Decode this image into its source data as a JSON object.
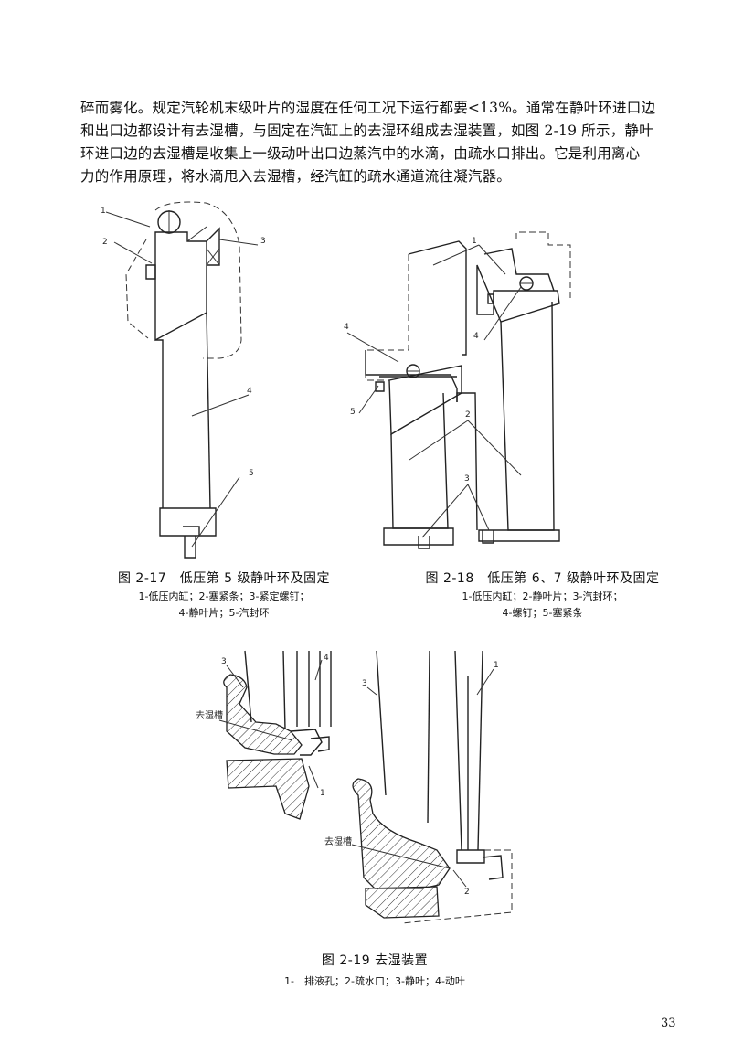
{
  "paragraph": {
    "lines": [
      "碎而雾化。规定汽轮机末级叶片的湿度在任何工况下运行都要<13%。通常在静叶环进口边",
      "和出口边都设计有去湿槽，与固定在汽缸上的去湿环组成去湿装置，如图 2-19 所示，静叶",
      "环进口边的去湿槽是收集上一级动叶出口边蒸汽中的水滴，由疏水口排出。它是利用离心",
      "力的作用原理，将水滴甩入去湿槽，经汽缸的疏水通道流往凝汽器。"
    ]
  },
  "figures": {
    "fig17": {
      "title": "图 2-17　低压第 5 级静叶环及固定",
      "legend1": "1-低压内缸；2-塞紧条；3-紧定螺钉；",
      "legend2": "4-静叶片；5-汽封环",
      "labels": [
        "1",
        "2",
        "3",
        "4",
        "5"
      ]
    },
    "fig18": {
      "title": "图 2-18　低压第 6、7 级静叶环及固定",
      "legend1": "1-低压内缸；2-静叶片；3-汽封环；",
      "legend2": "4-螺钉；5-塞紧条",
      "labels": [
        "1",
        "4",
        "4",
        "5",
        "2",
        "3"
      ]
    },
    "fig19": {
      "title": "图 2-19 去湿装置",
      "legend": "1-　排液孔；2-疏水口；3-静叶；4-动叶",
      "labels": [
        "3",
        "4",
        "去湿槽",
        "1",
        "3",
        "1",
        "去湿槽",
        "2"
      ]
    }
  },
  "page_number": "33"
}
